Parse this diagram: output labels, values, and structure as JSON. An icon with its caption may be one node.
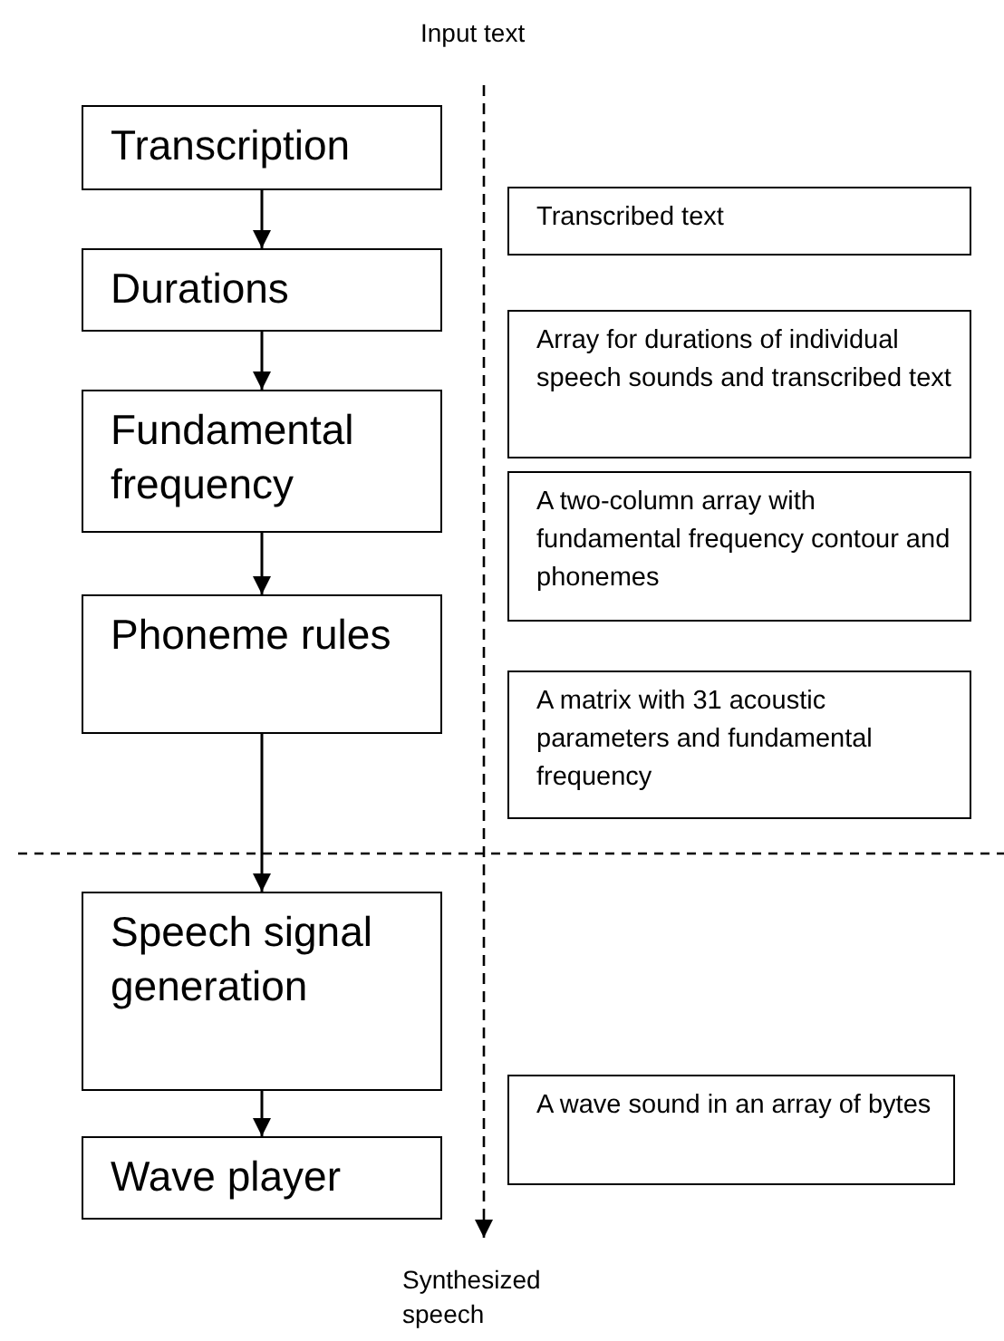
{
  "diagram": {
    "nodes": [
      {
        "text": [
          "Input text"
        ]
      },
      {
        "text": [
          "Transcription"
        ]
      },
      {
        "text": [
          "Durations"
        ]
      },
      {
        "text": [
          "Fundamental frequency"
        ]
      },
      {
        "text": [
          "Phoneme rules"
        ]
      },
      {
        "text": [
          "Speech signal generation"
        ]
      },
      {
        "text": [
          "Wave player"
        ]
      },
      {
        "text": [
          "Transcribed text"
        ]
      },
      {
        "text": [
          "Array for durations of individual speech sounds and transcribed text"
        ]
      },
      {
        "text": [
          "A two-column array with fundamental frequency contour and phonemes"
        ]
      },
      {
        "text": [
          "A matrix with 31 acoustic parameters and fundamental frequency"
        ]
      },
      {
        "text": [
          "A wave sound in an array of bytes"
        ]
      },
      {
        "text": [
          "Synthesized speech"
        ]
      }
    ],
    "edges": [
      {
        "from": 1,
        "to": 2,
        "arrow": "to"
      },
      {
        "from": 2,
        "to": 3,
        "arrow": "to"
      },
      {
        "from": 3,
        "to": 4,
        "arrow": "to"
      },
      {
        "from": 4,
        "to": 5,
        "arrow": "to"
      },
      {
        "from": 5,
        "to": 6,
        "arrow": "to"
      },
      {
        "from": 0,
        "to": 12,
        "arrow": "to",
        "style": "dashed"
      }
    ]
  }
}
